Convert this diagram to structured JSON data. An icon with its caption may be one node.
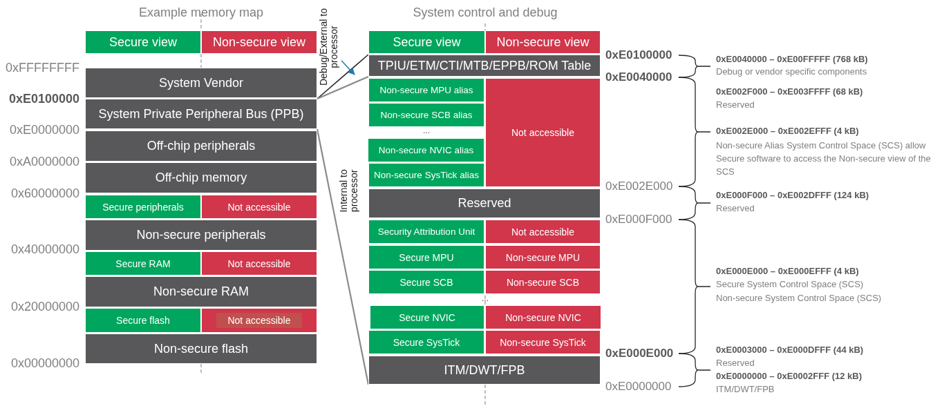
{
  "diagram": {
    "nodes": [
      {
        "text": [
          "Secure view"
        ]
      },
      {
        "text": [
          "Non-secure view"
        ]
      },
      {
        "text": [
          "System Vendor"
        ]
      },
      {
        "text": [
          "System Private Peripheral Bus (PPB)"
        ]
      },
      {
        "text": [
          "Off-chip peripherals"
        ]
      },
      {
        "text": [
          "Off-chip memory"
        ]
      },
      {
        "text": [
          "Secure peripherals"
        ]
      },
      {
        "text": [
          "Not accessible"
        ]
      },
      {
        "text": [
          "Non-secure peripherals"
        ]
      },
      {
        "text": [
          "Secure RAM"
        ]
      },
      {
        "text": [
          "Not accessible"
        ]
      },
      {
        "text": [
          "Non-secure RAM"
        ]
      },
      {
        "text": [
          "Secure flash"
        ]
      },
      {
        "text": [
          "Not accessible"
        ]
      },
      {
        "text": [
          "Non-secure flash"
        ]
      },
      {
        "text": [
          "Secure view"
        ]
      },
      {
        "text": [
          "Non-secure view"
        ]
      },
      {
        "text": [
          "TPIU/ETM/CTI/MTB/EPPB/ROM Table"
        ]
      },
      {
        "text": [
          "Non-secure MPU alias"
        ]
      },
      {
        "text": [
          "Non-secure SCB alias"
        ]
      },
      {
        "text": [
          "Non-secure NVIC alias"
        ]
      },
      {
        "text": [
          "Non-secure SysTick alias"
        ]
      },
      {
        "text": [
          "Not accessible"
        ]
      },
      {
        "text": [
          "Reserved"
        ]
      },
      {
        "text": [
          "Security Attribution Unit"
        ]
      },
      {
        "text": [
          "Not accessible"
        ]
      },
      {
        "text": [
          "Secure MPU"
        ]
      },
      {
        "text": [
          "Non-secure MPU"
        ]
      },
      {
        "text": [
          "Secure SCB"
        ]
      },
      {
        "text": [
          "Non-secure SCB"
        ]
      },
      {
        "text": [
          "Secure NVIC"
        ]
      },
      {
        "text": [
          "Non-secure NVIC"
        ]
      },
      {
        "text": [
          "Secure SysTick"
        ]
      },
      {
        "text": [
          "Non-secure SysTick"
        ]
      },
      {
        "text": [
          "ITM/DWT/FPB"
        ]
      },
      {
        "text": [
          "Debug/External to processor"
        ]
      }
    ],
    "edges": [
      {
        "from": 3,
        "to": 17,
        "arrow": "none",
        "color": "#262626"
      },
      {
        "from": 3,
        "to": 17,
        "arrow": "none"
      },
      {
        "from": 3,
        "to": 34,
        "arrow": "none"
      },
      {
        "from": 35,
        "to": null,
        "arrow": "to",
        "color": "#1f7fa8"
      }
    ],
    "labels": [
      "Example memory map",
      "System control and debug",
      "0xFFFFFFFF",
      "0xE0100000",
      "0xE0000000",
      "0xA0000000",
      "0x60000000",
      "0x40000000",
      "0x20000000",
      "0x00000000",
      "0xE0100000",
      "0xE0040000",
      "...",
      "Internal to processor",
      "0xE002E000",
      "0xE000F000",
      "...",
      "0xE000E000",
      "0xE0000000",
      "0xE0040000 – 0xE00FFFFF (768 kB)",
      "Debug or vendor specific components",
      "0xE002F000 – 0xE003FFFF (68 kB)",
      "Reserved",
      "0xE002E000 – 0xE002EFFF (4 kB)",
      "Non-secure Alias System Control Space (SCS) allow Secure software to access the Non-secure view of the SCS",
      "0xE000F000 – 0xE002DFFF (124 kB)",
      "Reserved",
      "0xE000E000 – 0xE000EFFF (4 kB)",
      "Secure System Control Space (SCS)",
      "Non-secure System Control Space (SCS)",
      "0xE0003000 – 0xE000DFFF (44 kB)",
      "Reserved",
      "0xE0000000 – 0xE0002FFF (12 kB)",
      "ITM/DWT/FPB"
    ]
  }
}
